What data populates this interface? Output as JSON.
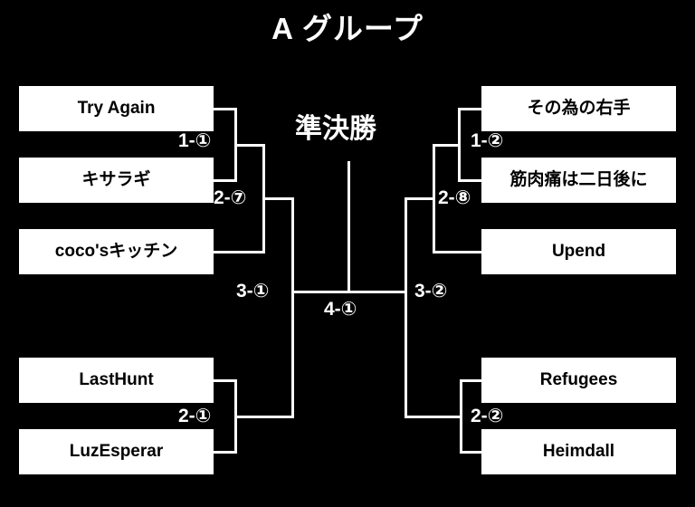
{
  "title": "A グループ",
  "stage_labels": {
    "semifinal": "準決勝"
  },
  "teams": {
    "try_again": "Try Again",
    "kisaragi": "キサラギ",
    "cocos_kitchen": "coco'sキッチン",
    "last_hunt": "LastHunt",
    "luz_esperar": "LuzEsperar",
    "sono_tame_no_migite": "その為の右手",
    "kinnikutsu": "筋肉痛は二日後に",
    "upend": "Upend",
    "refugees": "Refugees",
    "heimdall": "Heimdall"
  },
  "matches": {
    "left_r1": "1-①",
    "left_r2": "2-⑦",
    "left_r3": "3-①",
    "left_lower_r2": "2-①",
    "final": "4-①",
    "right_r1": "1-②",
    "right_r2": "2-⑧",
    "right_r3": "3-②",
    "right_lower_r2": "2-②"
  },
  "colors": {
    "background": "#000000",
    "box_fill": "#ffffff",
    "box_text": "#000000",
    "line": "#ffffff",
    "label_text": "#ffffff"
  }
}
